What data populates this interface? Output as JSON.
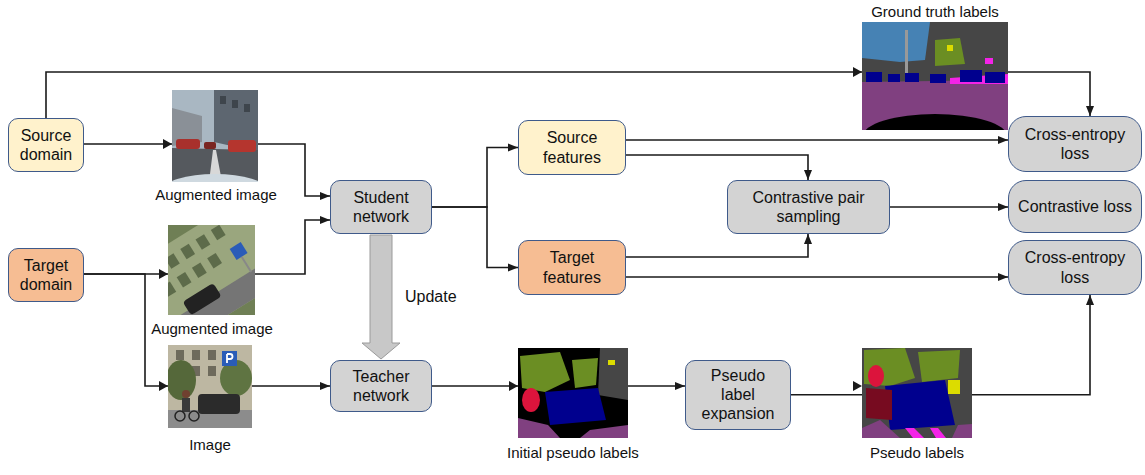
{
  "diagram": {
    "nodes": [
      {
        "text": [
          "Source domain"
        ]
      },
      {
        "text": [
          "Target domain"
        ]
      },
      {
        "text": [
          "Student network"
        ]
      },
      {
        "text": [
          "Teacher network"
        ]
      },
      {
        "text": [
          "Source features"
        ]
      },
      {
        "text": [
          "Target features"
        ]
      },
      {
        "text": [
          "Contrastive pair sampling"
        ]
      },
      {
        "text": [
          "Pseudo label expansion"
        ]
      },
      {
        "text": [
          "Cross-entropy loss"
        ]
      },
      {
        "text": [
          "Contrastive loss"
        ]
      },
      {
        "text": [
          "Cross-entropy loss"
        ]
      }
    ],
    "edges": [
      {
        "from": 0,
        "to": 2,
        "arrow": "to"
      },
      {
        "from": 1,
        "to": 2,
        "arrow": "to"
      },
      {
        "from": 1,
        "to": 3,
        "arrow": "to"
      },
      {
        "from": 0,
        "to": 8,
        "arrow": "to"
      },
      {
        "from": 2,
        "to": 4,
        "arrow": "to"
      },
      {
        "from": 2,
        "to": 5,
        "arrow": "to"
      },
      {
        "from": 2,
        "to": 3,
        "arrow": "to",
        "label": "Update"
      },
      {
        "from": 4,
        "to": 8,
        "arrow": "to"
      },
      {
        "from": 4,
        "to": 6,
        "arrow": "to"
      },
      {
        "from": 5,
        "to": 6,
        "arrow": "to"
      },
      {
        "from": 5,
        "to": 10,
        "arrow": "to"
      },
      {
        "from": 6,
        "to": 9,
        "arrow": "to"
      },
      {
        "from": 3,
        "to": 7,
        "arrow": "to"
      },
      {
        "from": 7,
        "to": 10,
        "arrow": "to"
      }
    ],
    "labels": [
      "Ground truth labels",
      "Augmented image",
      "Augmented image",
      "Image",
      "Initial pseudo labels",
      "Pseudo labels"
    ]
  }
}
